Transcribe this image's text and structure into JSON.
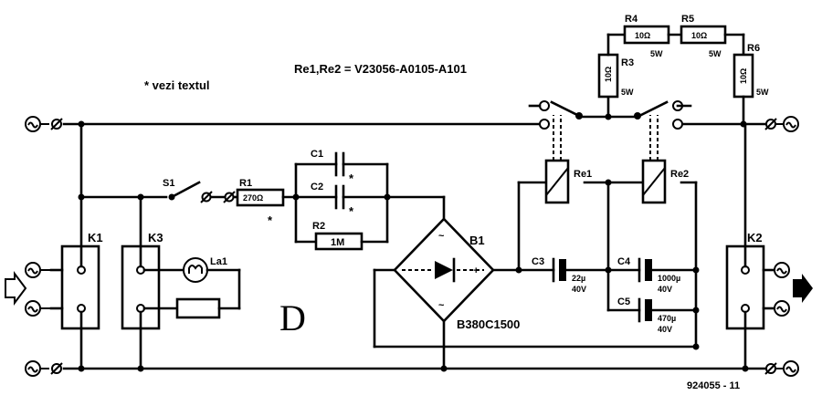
{
  "header": {
    "relay_part": "Re1,Re2 = V23056-A0105-A101",
    "note": "* vezi textul"
  },
  "figure_id": "924055 - 11",
  "corner_letter": "D",
  "components": {
    "K1": "K1",
    "K2": "K2",
    "K3": "K3",
    "S1": "S1",
    "La1": "La1",
    "R1": "R1",
    "R1_value": "270Ω",
    "R2": "R2",
    "R2_value": "1M",
    "R3": "R3",
    "R3_value": "10Ω",
    "R3_power": "5W",
    "R4": "R4",
    "R4_value": "10Ω",
    "R4_power": "5W",
    "R5": "R5",
    "R5_value": "10Ω",
    "R5_power": "5W",
    "R6": "R6",
    "R6_value": "10Ω",
    "R6_power": "5W",
    "C1": "C1",
    "C2": "C2",
    "C3": "C3",
    "C3_value": "22µ",
    "C3_voltage": "40V",
    "C4": "C4",
    "C4_value": "1000µ",
    "C4_voltage": "40V",
    "C5": "C5",
    "C5_value": "470µ",
    "C5_voltage": "40V",
    "B1": "B1",
    "B1_part": "B380C1500",
    "Re1": "Re1",
    "Re2": "Re2",
    "star": "*",
    "plus": "+",
    "tilde": "~"
  }
}
